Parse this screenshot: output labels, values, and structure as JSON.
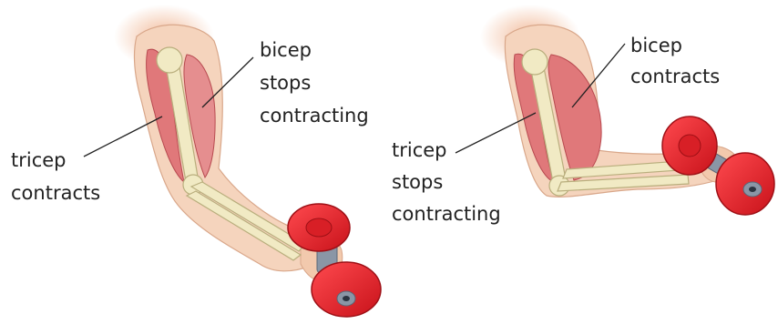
{
  "left_arm": {
    "bicep_label": [
      "bicep",
      "stops",
      "contracting"
    ],
    "tricep_label": [
      "tricep",
      "contracts"
    ]
  },
  "right_arm": {
    "bicep_label": [
      "bicep",
      "contracts"
    ],
    "tricep_label": [
      "tricep",
      "stops",
      "contracting"
    ]
  },
  "colors": {
    "skin": "#f5d4bd",
    "skin_shadow": "#e8b99c",
    "muscle": "#e0787a",
    "muscle_dark": "#c94b52",
    "bone": "#f1eac4",
    "bone_outline": "#b9ae7d",
    "weight": "#e41b23",
    "weight_dark": "#b1121a",
    "bar": "#8a96a6"
  }
}
